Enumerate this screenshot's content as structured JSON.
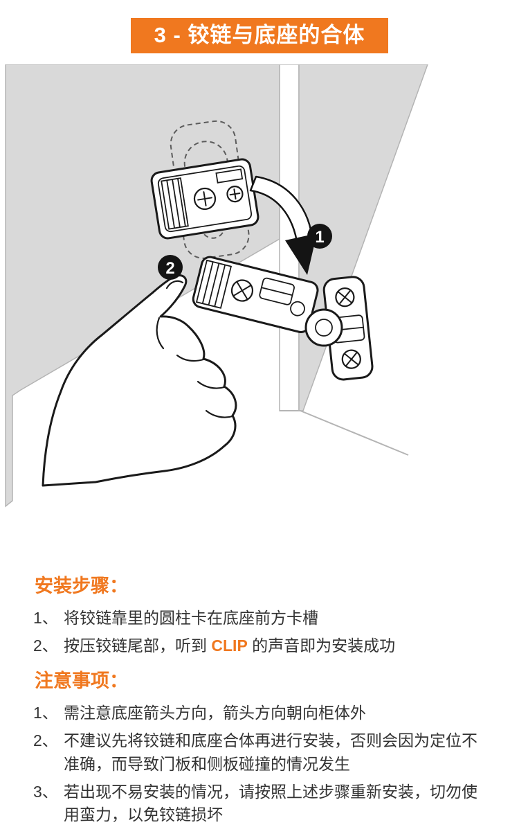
{
  "banner": {
    "title": "3 - 铰链与底座的合体"
  },
  "illustration": {
    "badge1": "1",
    "badge2": "2"
  },
  "steps": {
    "heading": "安装步骤：",
    "items": [
      {
        "num": "1、",
        "text": "将铰链靠里的圆柱卡在底座前方卡槽"
      },
      {
        "num": "2、",
        "before": "按压铰链尾部，听到 ",
        "highlight": "CLIP",
        "after": " 的声音即为安装成功"
      }
    ]
  },
  "notes": {
    "heading": "注意事项：",
    "items": [
      {
        "num": "1、",
        "text": "需注意底座箭头方向，箭头方向朝向柜体外"
      },
      {
        "num": "2、",
        "text": "不建议先将铰链和底座合体再进行安装，否则会因为定位不准确，而导致门板和侧板碰撞的情况发生"
      },
      {
        "num": "3、",
        "text": "若出现不易安装的情况，请按照上述步骤重新安装，切勿使用蛮力，以免铰链损坏"
      }
    ]
  },
  "colors": {
    "accent": "#F0781F",
    "text": "#333333",
    "panel": "#D9D9D9",
    "line": "#1A1A1A"
  }
}
